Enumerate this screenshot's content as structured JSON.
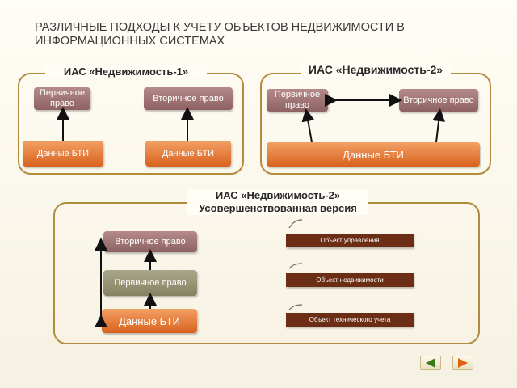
{
  "title": "РАЗЛИЧНЫЕ ПОДХОДЫ К УЧЕТУ ОБЪЕКТОВ НЕДВИЖИМОСТИ В ИНФОРМАЦИОННЫХ СИСТЕМАХ",
  "panel1": {
    "label": "ИАС «Недвижимость-1»",
    "primary": "Первичное право",
    "secondary": "Вторичное право",
    "data_left": "Данные БТИ",
    "data_right": "Данные БТИ"
  },
  "panel2": {
    "label": "ИАС «Недвижимость-2»",
    "primary": "Первичное право",
    "secondary": "Вторичное право",
    "data": "Данные БТИ"
  },
  "panel3": {
    "label": "ИАС «Недвижимость-2» Усовершенствованная версия",
    "secondary": "Вторичное право",
    "primary": "Первичное право",
    "data": "Данные БТИ",
    "objects": [
      "Объект управления",
      "Объект недвижимости",
      "Объект технического учета"
    ]
  },
  "colors": {
    "frame": "#b38b3c",
    "orange": "#d9621e",
    "brown": "#8e6262",
    "dark": "#6b2d14"
  },
  "nav": {
    "prev_icon": "triangle-left-icon",
    "next_icon": "triangle-right-icon"
  }
}
